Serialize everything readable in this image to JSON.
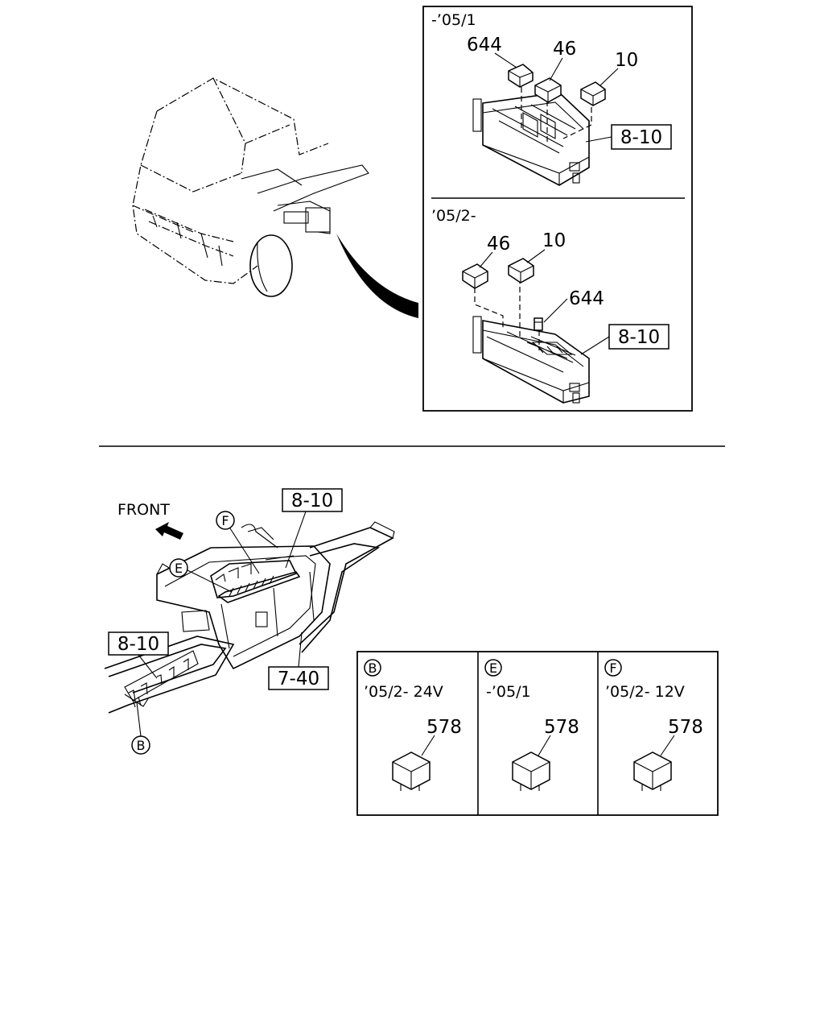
{
  "top_panel": {
    "upper_period": "-’05/1",
    "lower_period": "’05/2-",
    "upper_parts": {
      "a": "644",
      "b": "46",
      "c": "10",
      "ref": "8-10"
    },
    "lower_parts": {
      "a": "46",
      "b": "10",
      "c": "644",
      "ref": "8-10"
    }
  },
  "bottom_view": {
    "front_label": "FRONT",
    "ref_top": "8-10",
    "ref_left": "8-10",
    "ref_frame": "7-40",
    "circle_f": "F",
    "circle_e": "E",
    "circle_b": "B"
  },
  "detail_table": [
    {
      "letter": "B",
      "period": "’05/2- 24V",
      "part": "578"
    },
    {
      "letter": "E",
      "period": "-’05/1",
      "part": "578"
    },
    {
      "letter": "F",
      "period": "’05/2- 12V",
      "part": "578"
    }
  ]
}
